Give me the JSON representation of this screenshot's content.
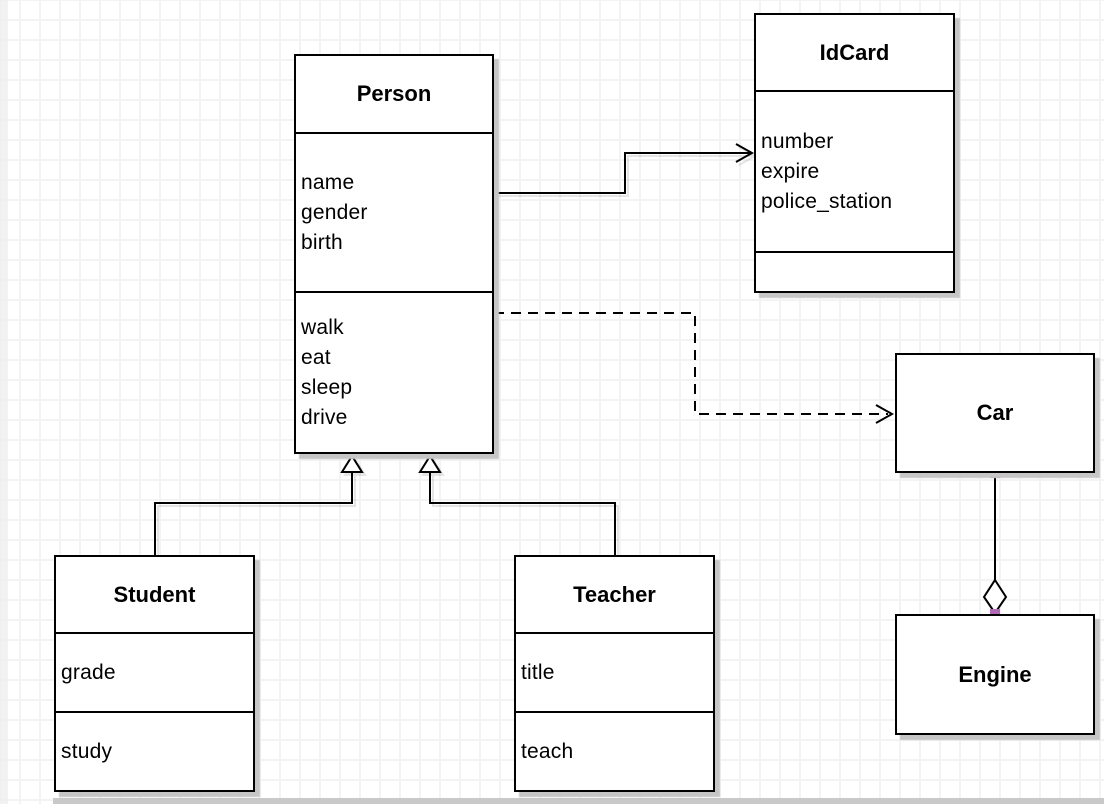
{
  "classes": {
    "person": {
      "title": "Person",
      "attributes": [
        "name",
        "gender",
        "birth"
      ],
      "methods": [
        "walk",
        "eat",
        "sleep",
        "drive"
      ]
    },
    "idcard": {
      "title": "IdCard",
      "attributes": [
        "number",
        "expire",
        "police_station"
      ],
      "methods": []
    },
    "car": {
      "title": "Car",
      "attributes": [],
      "methods": []
    },
    "engine": {
      "title": "Engine",
      "attributes": [],
      "methods": []
    },
    "student": {
      "title": "Student",
      "attributes": [
        "grade"
      ],
      "methods": [
        "study"
      ]
    },
    "teacher": {
      "title": "Teacher",
      "attributes": [
        "title"
      ],
      "methods": [
        "teach"
      ]
    }
  },
  "relationships": [
    {
      "from": "Person",
      "to": "IdCard",
      "type": "association",
      "line": "solid",
      "marker": "open-arrow"
    },
    {
      "from": "Person",
      "to": "Car",
      "type": "dependency",
      "line": "dashed",
      "marker": "open-arrow"
    },
    {
      "from": "Student",
      "to": "Person",
      "type": "generalization",
      "line": "solid",
      "marker": "hollow-triangle"
    },
    {
      "from": "Teacher",
      "to": "Person",
      "type": "generalization",
      "line": "solid",
      "marker": "hollow-triangle"
    },
    {
      "from": "Car",
      "to": "Engine",
      "type": "aggregation",
      "line": "solid",
      "marker": "hollow-diamond",
      "endpoint_marker": "purple-square"
    }
  ],
  "colors": {
    "box_fill": "#ffffff",
    "box_border": "#000000",
    "box_shadow": "#c6c6c6",
    "grid_line": "#f3f3f3",
    "background": "#ffffff",
    "connection_point": "#b069b5",
    "page_shadow": "#c9c9c9"
  }
}
